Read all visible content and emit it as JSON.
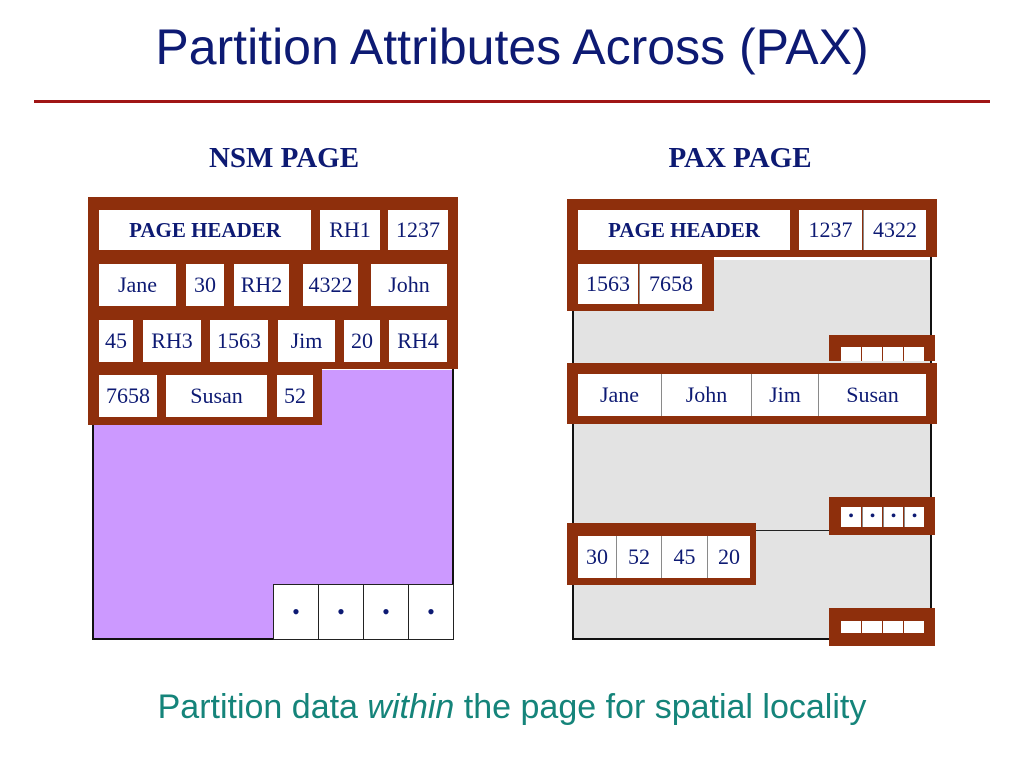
{
  "title": "Partition Attributes Across (PAX)",
  "caption": {
    "before": "Partition data ",
    "emphasis": "within",
    "after": " the page for spatial locality"
  },
  "nsm": {
    "label": "NSM PAGE",
    "row1": [
      "PAGE HEADER",
      "RH1",
      "1237"
    ],
    "row2": [
      "Jane",
      "30",
      "RH2",
      "4322",
      "John"
    ],
    "row3": [
      "45",
      "RH3",
      "1563",
      "Jim",
      "20",
      "RH4"
    ],
    "row4": [
      "7658",
      "Susan",
      "52"
    ],
    "slots": [
      "•",
      "•",
      "•",
      "•"
    ]
  },
  "pax": {
    "label": "PAX PAGE",
    "header": {
      "title": "PAGE HEADER",
      "ids": [
        "1237",
        "4322"
      ]
    },
    "ids_cont": [
      "1563",
      "7658"
    ],
    "names": [
      "Jane",
      "John",
      "Jim",
      "Susan"
    ],
    "ages": [
      "30",
      "52",
      "45",
      "20"
    ],
    "minipage2_bits": [
      "•",
      "•",
      "•",
      "•"
    ]
  },
  "colors": {
    "title": "#0d1a73",
    "rule": "#a01515",
    "band": "#8e2f0c",
    "nsm_fill": "#cc99ff",
    "pax_fill": "#e3e3e3",
    "caption": "#15847a"
  }
}
